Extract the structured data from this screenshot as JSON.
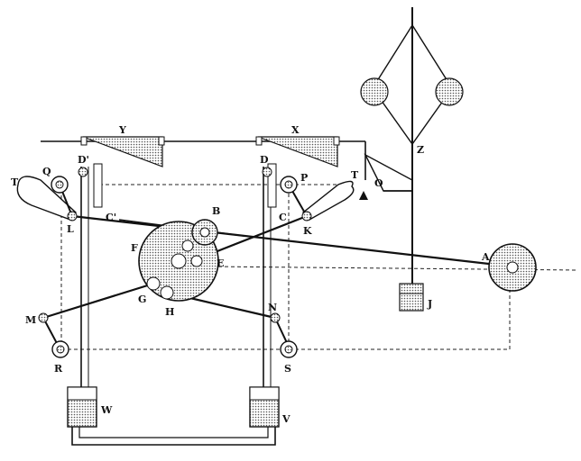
{
  "labels": {
    "Y": "Y",
    "X": "X",
    "Z": "Z",
    "Q": "Q",
    "D1": "D'",
    "D": "D",
    "P": "P",
    "T_left": "T",
    "T_right": "T",
    "C1": "C'",
    "C": "C",
    "O": "O",
    "L": "L",
    "K": "K",
    "B": "B",
    "F": "F",
    "E": "E",
    "A": "A",
    "G": "G",
    "H": "H",
    "M": "M",
    "N": "N",
    "R": "R",
    "S": "S",
    "J": "J",
    "W": "W",
    "V": "V"
  },
  "colors": {
    "ink": "#111111",
    "paper": "#ffffff",
    "hatch": "#555555"
  }
}
